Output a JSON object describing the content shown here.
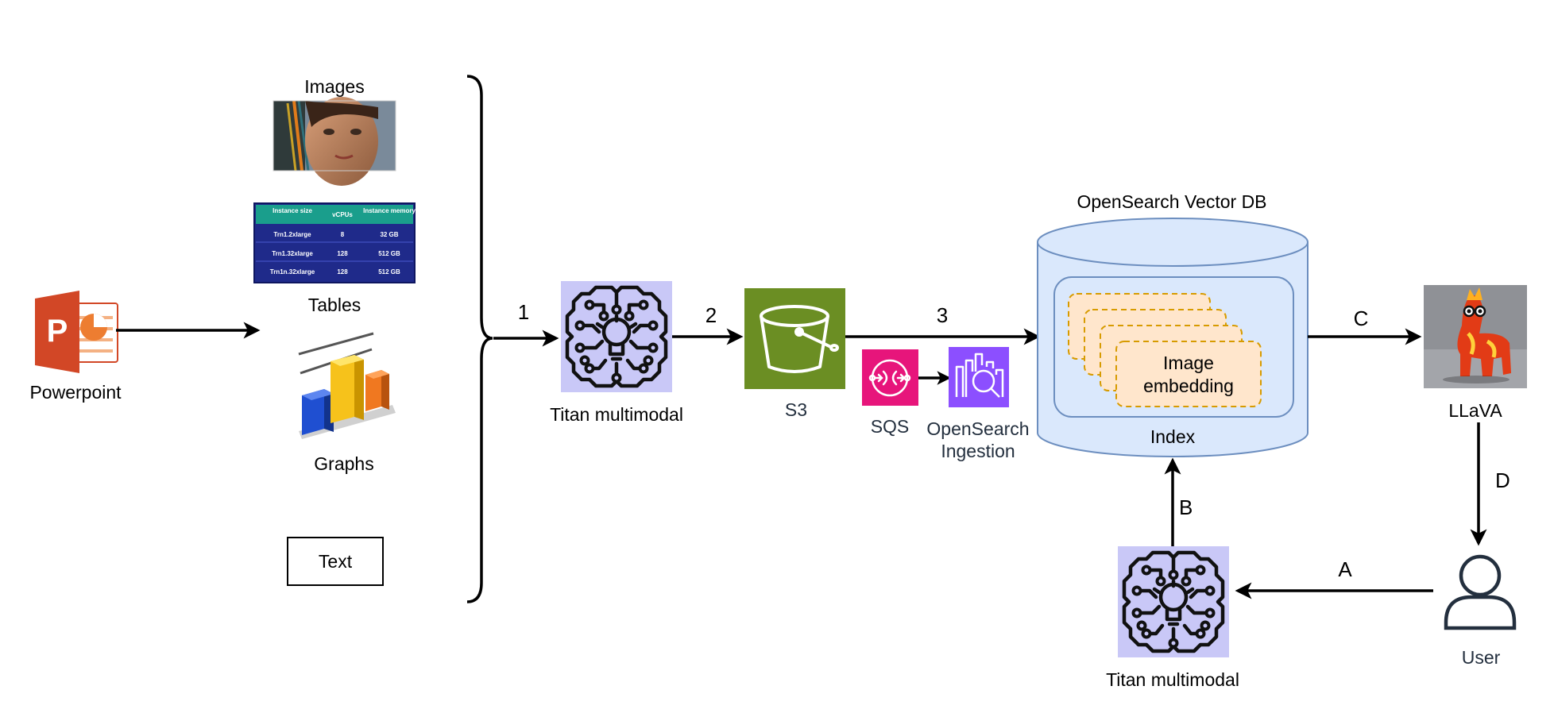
{
  "sources": {
    "powerpoint_label": "Powerpoint",
    "images_label": "Images",
    "tables_label": "Tables",
    "graphs_label": "Graphs",
    "text_label": "Text",
    "table": {
      "headers": [
        "Instance size",
        "vCPUs",
        "Instance memory"
      ],
      "rows": [
        [
          "Trn1.2xlarge",
          "8",
          "32 GB"
        ],
        [
          "Trn1.32xlarge",
          "128",
          "512 GB"
        ],
        [
          "Trn1n.32xlarge",
          "128",
          "512 GB"
        ]
      ]
    }
  },
  "pipeline": {
    "titan_label": "Titan multimodal",
    "s3_label": "S3",
    "sqs_label": "SQS",
    "ingestion_label_line1": "OpenSearch",
    "ingestion_label_line2": "Ingestion",
    "db_title": "OpenSearch Vector DB",
    "index_label": "Index",
    "embedding_line1": "Image",
    "embedding_line2": "embedding",
    "llava_label": "LLaVA",
    "query_titan_label": "Titan multimodal",
    "user_label": "User"
  },
  "steps": {
    "s1": "1",
    "s2": "2",
    "s3": "3",
    "a": "A",
    "b": "B",
    "c": "C",
    "d": "D"
  },
  "colors": {
    "powerpoint": "#d24726",
    "titan_bg": "#c9c8f7",
    "s3": "#6b8e23",
    "sqs": "#e7157b",
    "ingestion": "#8c4fff",
    "db_fill": "#dae8fc",
    "db_stroke": "#6c8ebf",
    "embedding_fill": "#ffe6cc",
    "embedding_stroke": "#d79b00",
    "table_header": "#1a9e8c",
    "table_body": "#1f2a8a"
  }
}
